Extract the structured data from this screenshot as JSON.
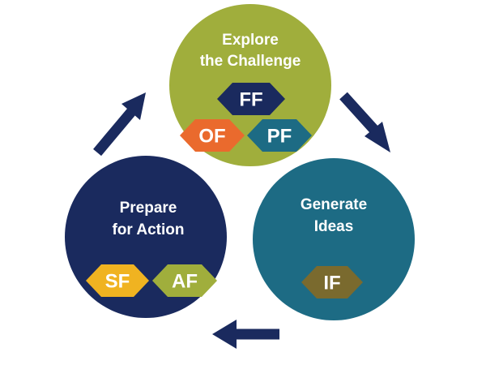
{
  "colors": {
    "explore": "#a0ae3c",
    "generate": "#1d6b84",
    "prepare": "#1a2a5e",
    "arrow": "#1a2a5e",
    "ff": "#1a2a5e",
    "of": "#ea6a2d",
    "pf": "#1d6b84",
    "if": "#7a6a2e",
    "sf": "#f0b321",
    "af": "#a0ae3c"
  },
  "stages": {
    "explore": {
      "line1": "Explore",
      "line2": "the Challenge"
    },
    "generate": {
      "line1": "Generate",
      "line2": "Ideas"
    },
    "prepare": {
      "line1": "Prepare",
      "line2": "for Action"
    }
  },
  "badges": {
    "ff": "FF",
    "of": "OF",
    "pf": "PF",
    "if": "IF",
    "sf": "SF",
    "af": "AF"
  }
}
